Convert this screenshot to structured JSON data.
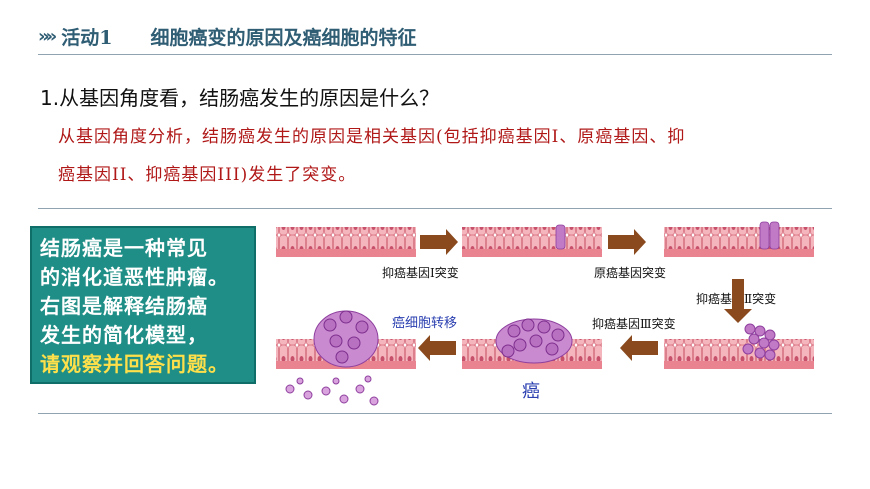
{
  "header": {
    "chevrons": "»»",
    "activity": "活动1",
    "topic": "细胞癌变的原因及癌细胞的特征"
  },
  "question": "1.从基因角度看，结肠癌发生的原因是什么？",
  "answer": {
    "line1": "从基因角度分析，结肠癌发生的原因是相关基因(包括抑癌基因I、原癌基因、抑",
    "line2": "癌基因II、抑癌基因III)发生了突变。"
  },
  "info_box": {
    "line1": "结肠癌是一种常见",
    "line2": "的消化道恶性肿瘤。",
    "line3": "右图是解释结肠癌",
    "line4": "发生的简化模型，",
    "line5": "请观察并回答问题。"
  },
  "diagram": {
    "label_tsg1": "抑癌基因Ⅰ突变",
    "label_onco": "原癌基因突变",
    "label_tsg2": "抑癌基因Ⅱ突变",
    "label_tsg3": "抑癌基因Ⅲ突变",
    "label_metastasis": "癌细胞转移",
    "label_cancer": "癌"
  },
  "colors": {
    "header_text": "#2f5d74",
    "answer_text": "#b01818",
    "box_bg": "#1e8e86",
    "highlight": "#ffe04a",
    "arrow": "#8a4a1e",
    "tissue": "#f2a3ad",
    "cancer_cell": "#c07ac6",
    "metastasis_label": "#2a3fb0"
  }
}
